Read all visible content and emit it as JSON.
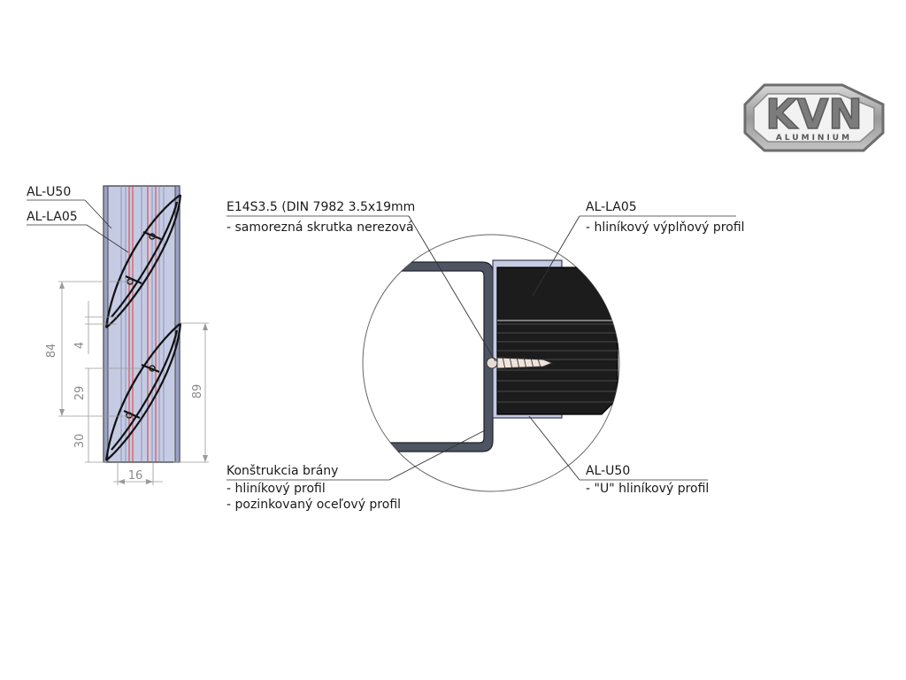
{
  "logo": {
    "main": "KVN",
    "sub": "ALUMINIUM"
  },
  "left_view": {
    "label_u50": "AL-U50",
    "label_la05": "AL-LA05",
    "dims": {
      "d84": "84",
      "d4": "4",
      "d29": "29",
      "d30": "30",
      "d89": "89",
      "d16": "16"
    }
  },
  "callouts": {
    "screw": {
      "code": "E14S3.5 (DIN 7982 3.5x19mm",
      "desc": "- samorezná skrutka nerezová"
    },
    "la05": {
      "code": "AL-LA05",
      "desc": "- hliníkový výplňový profil"
    },
    "frame": {
      "title": "Konštrukcia brány",
      "line1": "- hliníkový profil",
      "line2": "- pozinkovaný oceľový profil"
    },
    "u50": {
      "code": "AL-U50",
      "desc": "- \"U\" hliníkový profil"
    }
  },
  "colors": {
    "profile_blue": "#c6cbe4",
    "dark_profile": "#1c1c1c",
    "frame_steel": "#4e5462",
    "red_line": "#d94848"
  }
}
